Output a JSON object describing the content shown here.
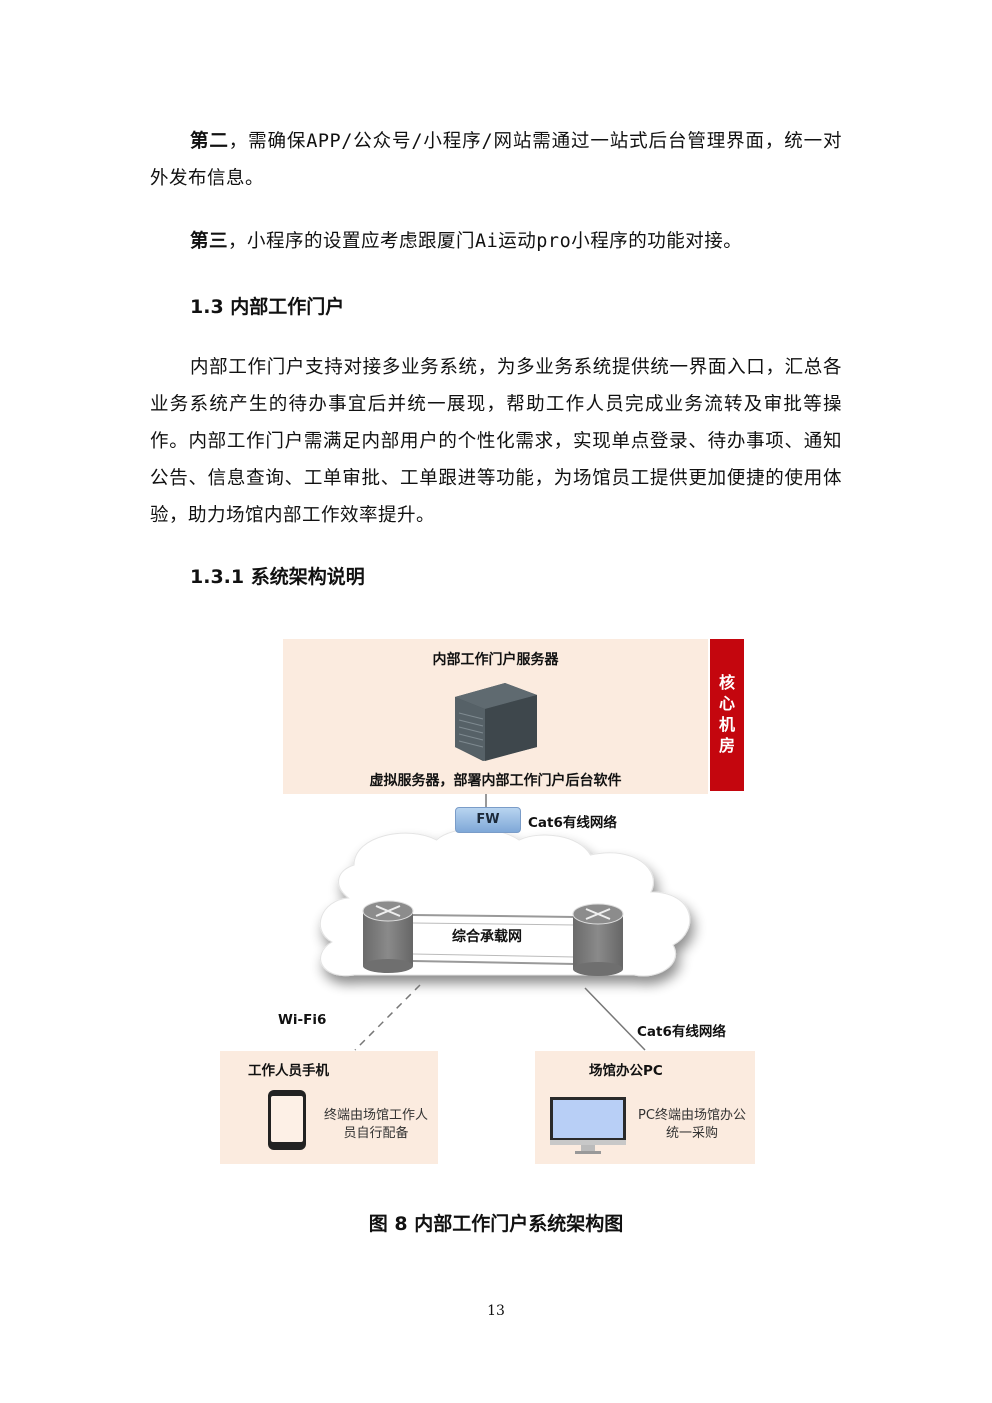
{
  "paragraphs": [
    {
      "bold_prefix": "第二",
      "text": "，需确保APP/公众号/小程序/网站需通过一站式后台管理界面，统一对外发布信息。"
    },
    {
      "bold_prefix": "第三",
      "text": "，小程序的设置应考虑跟厦门Ai运动pro小程序的功能对接。"
    }
  ],
  "section_heading": "1.3 内部工作门户",
  "section_body": "内部工作门户支持对接多业务系统，为多业务系统提供统一界面入口，汇总各业务系统产生的待办事宜后并统一展现，帮助工作人员完成业务流转及审批等操作。内部工作门户需满足内部用户的个性化需求，实现单点登录、待办事项、通知公告、信息查询、工单审批、工单跟进等功能，为场馆员工提供更加便捷的使用体验，助力场馆内部工作效率提升。",
  "subsection_heading": "1.3.1 系统架构说明",
  "diagram": {
    "server_zone_title": "内部工作门户服务器",
    "server_caption": "虚拟服务器，部署内部工作门户后台软件",
    "core_room_label": "核心机房",
    "firewall_label": "FW",
    "uplink_label": "Cat6有线网络",
    "network_label": "综合承载网",
    "wifi_label": "Wi-Fi6",
    "wired_label": "Cat6有线网络",
    "phone_box_title": "工作人员手机",
    "phone_note": "终端由场馆工作人员自行配备",
    "pc_box_title": "场馆办公PC",
    "pc_note": "PC终端由场馆办公统一采购",
    "colors": {
      "zone_bg": "#fbebdf",
      "core_red": "#c4060e",
      "fw_blue": "#9bbde6",
      "router_gray": "#777777"
    }
  },
  "figure_caption": "图 8  内部工作门户系统架构图",
  "page_number": "13"
}
